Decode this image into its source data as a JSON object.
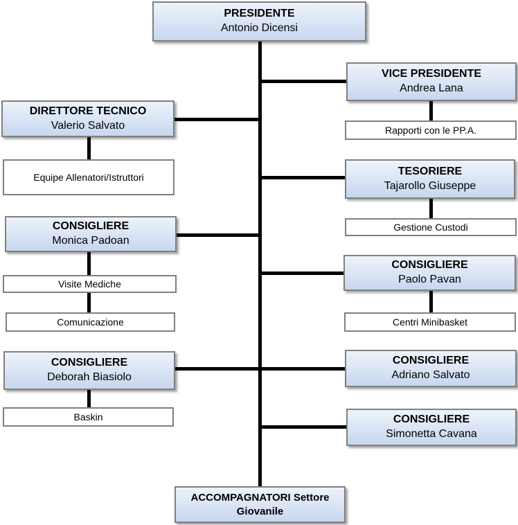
{
  "president": {
    "title": "PRESIDENTE",
    "name": "Antonio Dicensi"
  },
  "vice_president": {
    "title": "VICE PRESIDENTE",
    "name": "Andrea Lana",
    "task": "Rapporti con le PP.A."
  },
  "direttore_tecnico": {
    "title": "DIRETTORE TECNICO",
    "name": "Valerio Salvato",
    "task": "Equipe Allenatori/Istruttori"
  },
  "tesoriere": {
    "title": "TESORIERE",
    "name": "Tajarollo Giuseppe",
    "task": "Gestione Custodi"
  },
  "consigliere_padoan": {
    "title": "CONSIGLIERE",
    "name": "Monica Padoan",
    "task1": "Visite Mediche",
    "task2": "Comunicazione"
  },
  "consigliere_pavan": {
    "title": "CONSIGLIERE",
    "name": "Paolo Pavan",
    "task": "Centri Minibasket"
  },
  "consigliere_biasiolo": {
    "title": "CONSIGLIERE",
    "name": "Deborah Biasiolo",
    "task": "Baskin"
  },
  "consigliere_salvato": {
    "title": "CONSIGLIERE",
    "name": "Adriano Salvato"
  },
  "consigliere_cavana": {
    "title": "CONSIGLIERE",
    "name": "Simonetta Cavana"
  },
  "accompagnatori": {
    "title_line1": "ACCOMPAGNATORI Settore",
    "title_line2": "Giovanile"
  }
}
